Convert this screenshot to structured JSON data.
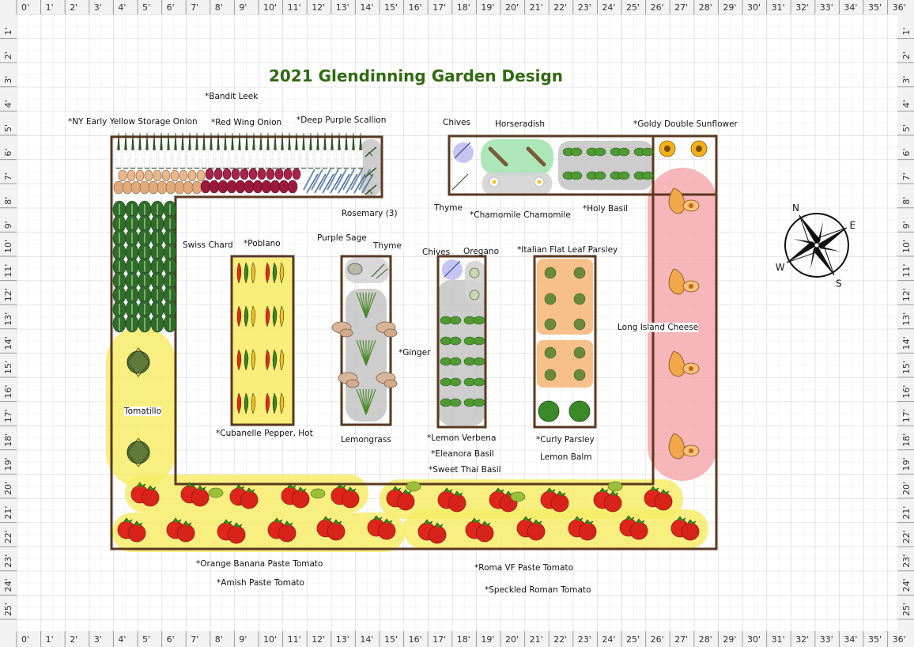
{
  "title": "2021 Glendinning Garden Design",
  "colors": {
    "title": "#2f6a10",
    "grid": "#d0d0d0",
    "bed_border": "#5a3820",
    "highlight_yellow": "#f7ec6a",
    "highlight_gray": "#c8c8c8",
    "highlight_pink": "#f4a9ae",
    "highlight_green": "#a9e6b4",
    "highlight_orange": "#f7bd85",
    "highlight_purple": "#c5c5f3"
  },
  "ruler": {
    "columns": [
      "0'",
      "1'",
      "2'",
      "3'",
      "4'",
      "5'",
      "6'",
      "7'",
      "8'",
      "9'",
      "10'",
      "11'",
      "12'",
      "13'",
      "14'",
      "15'",
      "16'",
      "17'",
      "18'",
      "19'",
      "20'",
      "21'",
      "22'",
      "23'",
      "24'",
      "25'",
      "26'",
      "27'",
      "28'",
      "29'",
      "30'",
      "31'",
      "32'",
      "33'",
      "34'",
      "35'",
      "36'"
    ],
    "rows": [
      "1'",
      "2'",
      "3'",
      "4'",
      "5'",
      "6'",
      "7'",
      "8'",
      "9'",
      "10'",
      "11'",
      "12'",
      "13'",
      "14'",
      "15'",
      "16'",
      "17'",
      "18'",
      "19'",
      "20'",
      "21'",
      "22'",
      "23'",
      "24'",
      "25'"
    ]
  },
  "compass": {
    "n": "N",
    "e": "E",
    "s": "S",
    "w": "W",
    "icon": "compass-rose-icon"
  },
  "labels": {
    "bandit_leek": "*Bandit Leek",
    "ny_onion": "*NY Early Yellow Storage Onion",
    "red_wing_onion": "*Red Wing Onion",
    "deep_purple_scallion": "*Deep Purple Scallion",
    "rosemary": "Rosemary (3)",
    "chives_top": "Chives",
    "horseradish": "Horseradish",
    "goldy_sunflower": "*Goldy Double Sunflower",
    "thyme_top": "Thyme",
    "chamomile": "*Chamomile Chamomile",
    "holy_basil": "*Holy Basil",
    "swiss_chard": "Swiss Chard",
    "poblano": "*Poblano",
    "purple_sage": "Purple Sage",
    "thyme_mid": "Thyme",
    "chives_mid": "Chives",
    "oregano": "Oregano",
    "italian_parsley": "*Italian Flat Leaf Parsley",
    "long_island_cheese": "Long Island Cheese",
    "ginger": "*Ginger",
    "tomatillo": "Tomatillo",
    "cubanelle": "*Cubanelle Pepper, Hot",
    "lemongrass": "Lemongrass",
    "lemon_verbena": "*Lemon Verbena",
    "eleanora_basil": "*Eleanora Basil",
    "sweet_thai_basil": "*Sweet Thai Basil",
    "curly_parsley": "*Curly Parsley",
    "lemon_balm": "Lemon Balm",
    "orange_banana_tomato": "*Orange Banana Paste Tomato",
    "amish_tomato": "*Amish Paste Tomato",
    "roma_tomato": "*Roma VF Paste Tomato",
    "speckled_roman_tomato": "*Speckled Roman Tomato"
  }
}
